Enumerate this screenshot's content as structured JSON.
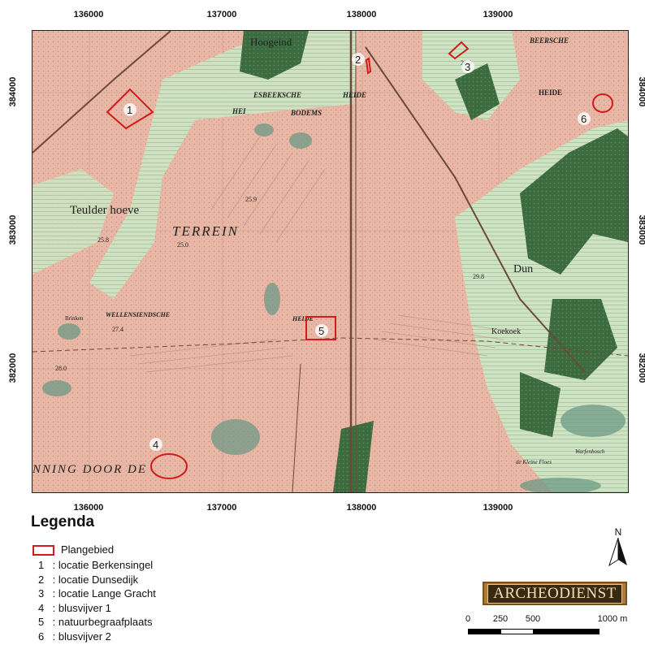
{
  "map": {
    "x_ticks": [
      "136000",
      "137000",
      "138000",
      "139000"
    ],
    "y_ticks": [
      "384000",
      "383000",
      "382000"
    ],
    "place_labels": {
      "hoogeind": "Hoogeind",
      "beeksche": "BEERSCHE",
      "heide_ne": "HEIDE",
      "esbeeksche": "ESBEEKSCHE",
      "heide_top": "HEIDE",
      "bodems": "BODEMS",
      "hei": "HEI",
      "teulder": "Teulder hoeve",
      "terrein": "TERREIN",
      "wellensiendsche": "WELLENSIENDSCHE",
      "heide_mid": "HEIDE",
      "dun": "Dun",
      "koekoek": "Koekoek",
      "tering": "NNING DOOR DE",
      "kleine_floes": "de Kleine Floes",
      "warfen": "Warfenbosch",
      "elev_1": "25.9",
      "elev_2": "25.8",
      "elev_3": "27.4",
      "elev_4": "28.0",
      "elev_5": "29.8",
      "elev_6": "25.0",
      "elev_7": "26.0",
      "brinken": "Brinken"
    },
    "study_areas": [
      {
        "id": "1",
        "color": "#d31b1b"
      },
      {
        "id": "2",
        "color": "#d31b1b"
      },
      {
        "id": "3",
        "color": "#d31b1b"
      },
      {
        "id": "4",
        "color": "#d31b1b"
      },
      {
        "id": "5",
        "color": "#d31b1b"
      },
      {
        "id": "6",
        "color": "#d31b1b"
      }
    ],
    "colors": {
      "heath": "#e9b7a6",
      "woodland": "#3d6b40",
      "meadow": "#cfe3c4",
      "road": "#6b4a3a",
      "plan_outline": "#d31b1b"
    }
  },
  "legend": {
    "title": "Legenda",
    "plan_label": "Plangebied",
    "items": [
      {
        "num": "1",
        "label": ": locatie Berkensingel"
      },
      {
        "num": "2",
        "label": ": locatie Dunsedijk"
      },
      {
        "num": "3",
        "label": ": locatie Lange Gracht"
      },
      {
        "num": "4",
        "label": ": blusvijver 1"
      },
      {
        "num": "5",
        "label": ": natuurbegraafplaats"
      },
      {
        "num": "6",
        "label": ": blusvijver 2"
      }
    ]
  },
  "north_arrow": {
    "letter": "N",
    "icon": "north-arrow-icon"
  },
  "logo": {
    "text": "ARCHEODIENST"
  },
  "scale_bar": {
    "labels": [
      "0",
      "250",
      "500",
      "1000 m"
    ]
  }
}
